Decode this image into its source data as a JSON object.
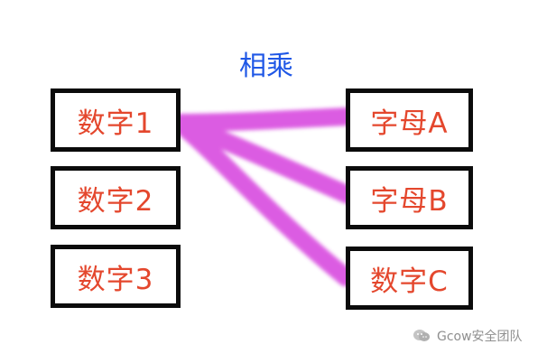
{
  "title": "相乘",
  "left_boxes": [
    "数字1",
    "数字2",
    "数字3"
  ],
  "right_boxes": [
    "字母A",
    "字母B",
    "数字C"
  ],
  "watermark": "Gcow安全团队",
  "colors": {
    "title": "#1f57e6",
    "box_text": "#e4472d",
    "box_border": "#0b0b0b",
    "connector": "#d94fe0",
    "watermark_text": "#8f8f8f"
  },
  "connections": [
    {
      "from": "数字1",
      "to": "字母A"
    },
    {
      "from": "数字1",
      "to": "字母B"
    },
    {
      "from": "数字1",
      "to": "数字C"
    }
  ]
}
